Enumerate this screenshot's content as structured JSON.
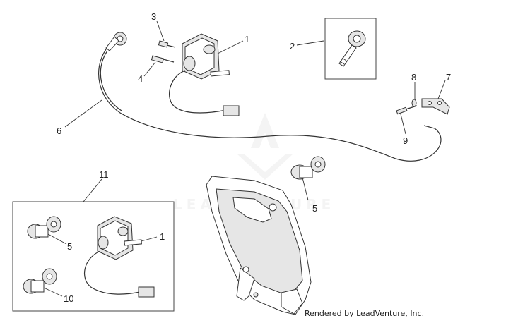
{
  "callouts": {
    "c1_top": "1",
    "c2": "2",
    "c3": "3",
    "c4": "4",
    "c5_mid": "5",
    "c6": "6",
    "c7": "7",
    "c8": "8",
    "c9": "9",
    "c11": "11",
    "c5_kit": "5",
    "c1_kit": "1",
    "c10": "10"
  },
  "watermark": "LEADVENTURE",
  "footer": "Rendered by LeadVenture, Inc.",
  "colors": {
    "line": "#333333",
    "part_fill": "#e6e6e6",
    "watermark": "#ededed"
  }
}
